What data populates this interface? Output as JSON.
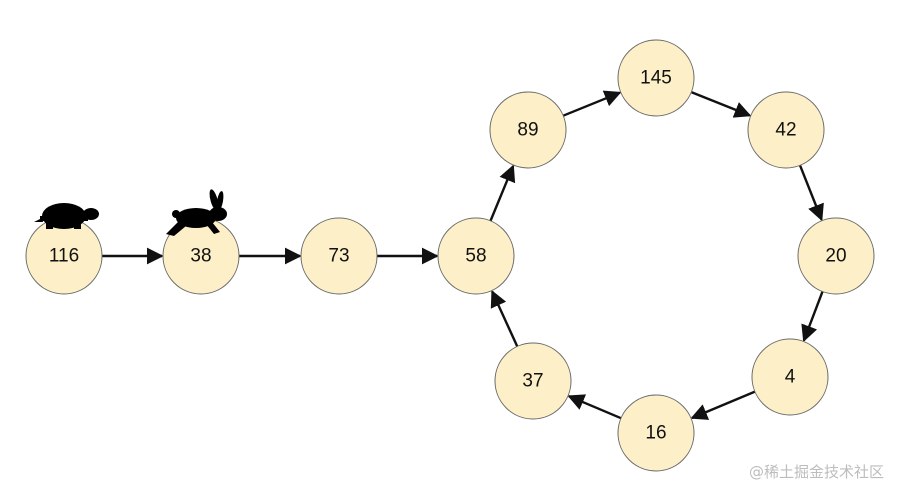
{
  "nodes": [
    {
      "id": "n116",
      "label": "116"
    },
    {
      "id": "n38",
      "label": "38"
    },
    {
      "id": "n73",
      "label": "73"
    },
    {
      "id": "n58",
      "label": "58"
    },
    {
      "id": "n89",
      "label": "89"
    },
    {
      "id": "n145",
      "label": "145"
    },
    {
      "id": "n42",
      "label": "42"
    },
    {
      "id": "n20",
      "label": "20"
    },
    {
      "id": "n4",
      "label": "4"
    },
    {
      "id": "n16",
      "label": "16"
    },
    {
      "id": "n37",
      "label": "37"
    }
  ],
  "edges": [
    [
      "n116",
      "n38"
    ],
    [
      "n38",
      "n73"
    ],
    [
      "n73",
      "n58"
    ],
    [
      "n58",
      "n89"
    ],
    [
      "n89",
      "n145"
    ],
    [
      "n145",
      "n42"
    ],
    [
      "n42",
      "n20"
    ],
    [
      "n20",
      "n4"
    ],
    [
      "n4",
      "n16"
    ],
    [
      "n16",
      "n37"
    ],
    [
      "n37",
      "n58"
    ]
  ],
  "icons": {
    "n116": "tortoise-icon",
    "n38": "rabbit-icon"
  },
  "watermark": "@稀土掘金技术社区"
}
